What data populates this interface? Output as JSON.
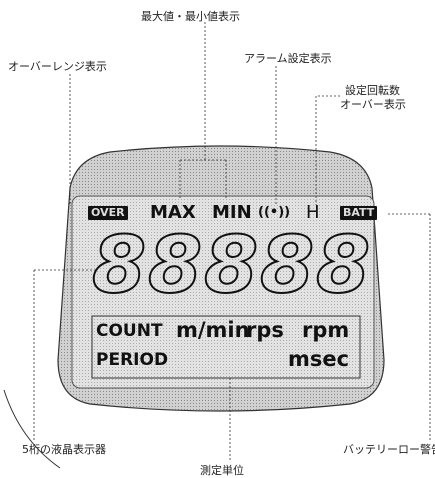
{
  "callouts": {
    "max_min_display": "最大値・最小値表示",
    "overrange_display": "オーバーレンジ表示",
    "alarm_setting_display": "アラーム設定表示",
    "set_rotation_over_line1": "設定回転数",
    "set_rotation_over_line2": "オーバー表示",
    "lcd_5digit": "5桁の液晶表示器",
    "measurement_unit": "測定単位",
    "battery_low_warning": "バッテリーロー警告表"
  },
  "indicators": {
    "over": "OVER",
    "max": "MAX",
    "min": "MIN",
    "alarm": "((•))",
    "h": "H",
    "batt": "BATT"
  },
  "units": {
    "count": "COUNT",
    "m_min": "m/min",
    "rps": "rps",
    "rpm": "rpm",
    "period": "PERIOD",
    "msec": "msec"
  },
  "digits": [
    "8",
    "8",
    "8",
    "8",
    "8"
  ],
  "colors": {
    "bezel": "#c8c8c8",
    "screen": "#dcdcdc",
    "ink": "#111111"
  }
}
